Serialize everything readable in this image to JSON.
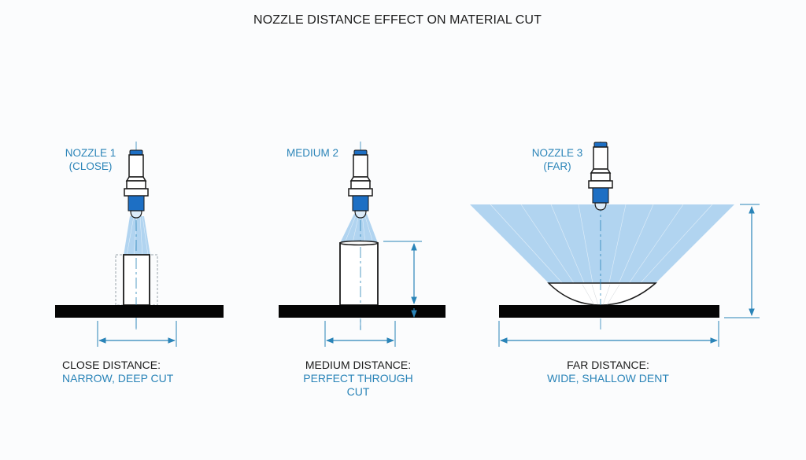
{
  "title": "NOZZLE DISTANCE EFFECT ON MATERIAL CUT",
  "colors": {
    "accent_blue": "#2a84b8",
    "nozzle_blue": "#1d6fc4",
    "spray_blue": "#a9cfee",
    "material_black": "#050505",
    "outline": "#1a1a1a",
    "background": "#fbfcfd"
  },
  "panels": [
    {
      "id": "close",
      "label_line1": "NOZZLE 1",
      "label_line2": "(CLOSE)",
      "caption_head": "CLOSE DISTANCE:",
      "caption_desc": "NARROW, DEEP CUT"
    },
    {
      "id": "medium",
      "label_line1": "MEDIUM 2",
      "label_line2": "",
      "caption_head": "MEDIUM DISTANCE:",
      "caption_desc": "PERFECT THROUGH CUT"
    },
    {
      "id": "far",
      "label_line1": "NOZZLE 3",
      "label_line2": "(FAR)",
      "caption_head": "FAR DISTANCE:",
      "caption_desc": "WIDE, SHALLOW DENT"
    }
  ]
}
